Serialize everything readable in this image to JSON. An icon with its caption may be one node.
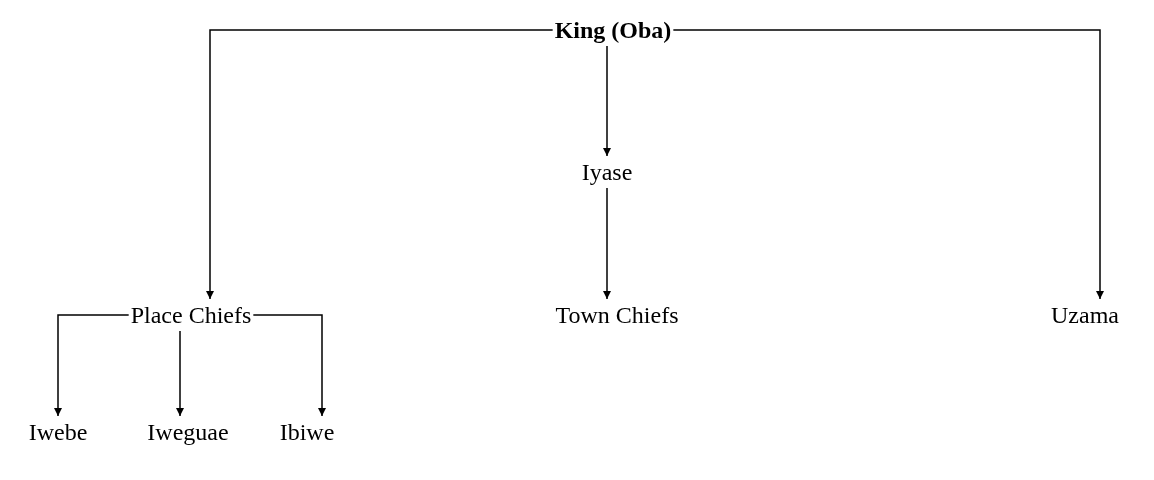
{
  "diagram": {
    "nodes": [
      {
        "text": [
          "King (Oba)"
        ]
      },
      {
        "text": [
          "Iyase"
        ]
      },
      {
        "text": [
          "Place Chiefs"
        ]
      },
      {
        "text": [
          "Town Chiefs"
        ]
      },
      {
        "text": [
          "Uzama"
        ]
      },
      {
        "text": [
          "Iwebe"
        ]
      },
      {
        "text": [
          "Iweguae"
        ]
      },
      {
        "text": [
          "Ibiwe"
        ]
      }
    ],
    "edges": [
      {
        "from": 0,
        "to": 2,
        "arrow": "to"
      },
      {
        "from": 0,
        "to": 1,
        "arrow": "to"
      },
      {
        "from": 0,
        "to": 4,
        "arrow": "to"
      },
      {
        "from": 1,
        "to": 3,
        "arrow": "to"
      },
      {
        "from": 2,
        "to": 5,
        "arrow": "to"
      },
      {
        "from": 2,
        "to": 6,
        "arrow": "to"
      },
      {
        "from": 2,
        "to": 7,
        "arrow": "to"
      }
    ]
  }
}
